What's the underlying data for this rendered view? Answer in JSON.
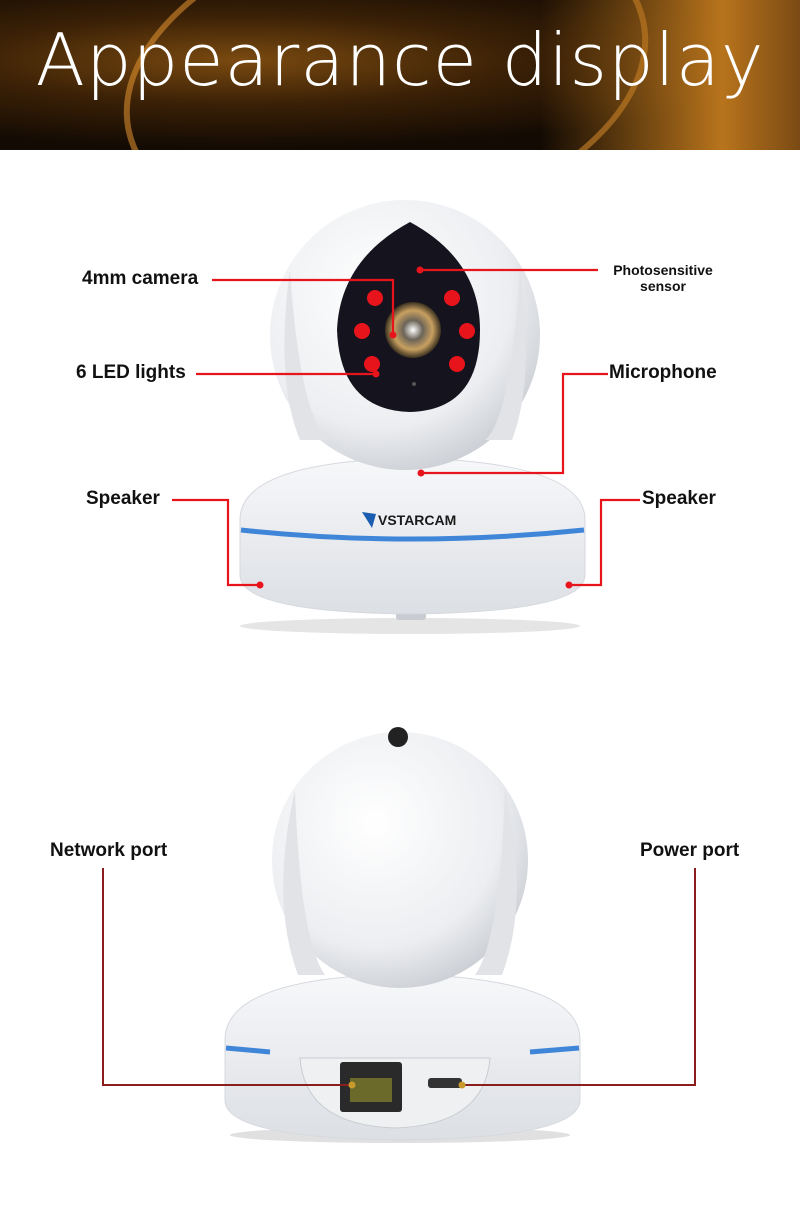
{
  "header": {
    "title": "Appearance display"
  },
  "front_view": {
    "brand": "VSTARCAM",
    "labels": {
      "camera": "4mm camera",
      "led": "6 LED lights",
      "photosensor_line1": "Photosensitive",
      "photosensor_line2": "sensor",
      "microphone": "Microphone",
      "speaker_left": "Speaker",
      "speaker_right": "Speaker"
    }
  },
  "back_view": {
    "labels": {
      "network": "Network port",
      "power": "Power port"
    }
  },
  "colors": {
    "callout_front": "#e8141c",
    "callout_back": "#8b1d1d",
    "accent_stripe": "#3f86d8"
  }
}
